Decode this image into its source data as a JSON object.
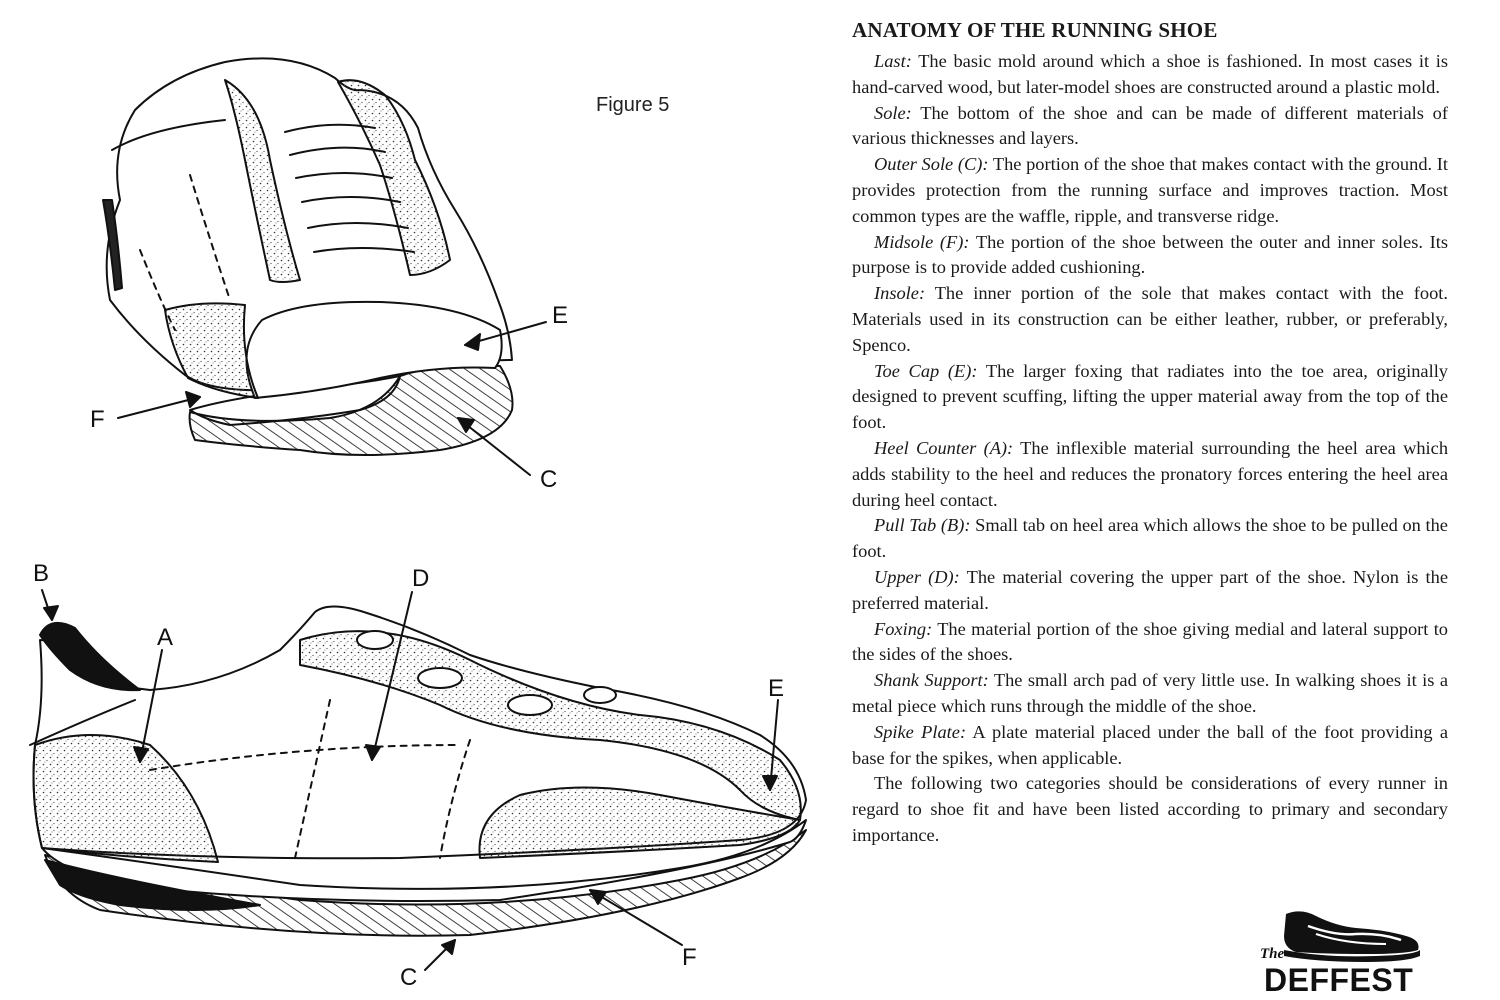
{
  "figure": {
    "caption": "Figure 5",
    "top_shoe_labels": {
      "e": "E",
      "f": "F",
      "c": "C"
    },
    "bottom_shoe_labels": {
      "b": "B",
      "a": "A",
      "d": "D",
      "e": "E",
      "c": "C",
      "f": "F"
    }
  },
  "article": {
    "title": "ANATOMY OF THE RUNNING SHOE",
    "entries": [
      {
        "term": "Last:",
        "text": "The basic mold around which a shoe is fashioned. In most cases it is hand-carved wood, but later-model shoes are constructed around a plastic mold."
      },
      {
        "term": "Sole:",
        "text": "The bottom of the shoe and can be made of different materials of various thicknesses and layers."
      },
      {
        "term": "Outer Sole (C):",
        "text": "The portion of the shoe that makes contact with the ground. It provides protection from the running surface and improves traction. Most common types are the waffle, ripple, and transverse ridge."
      },
      {
        "term": "Midsole (F):",
        "text": "The portion of the shoe between the outer and inner soles. Its purpose is to provide added cushioning."
      },
      {
        "term": "Insole:",
        "text": "The inner portion of the sole that makes contact with the foot. Materials used in its construction can be either leather, rubber, or preferably, Spenco."
      },
      {
        "term": "Toe Cap (E):",
        "text": "The larger foxing that radiates into the toe area, originally designed to prevent scuffing, lifting the upper material away from the top of the foot."
      },
      {
        "term": "Heel Counter (A):",
        "text": "The inflexible material surrounding the heel area which adds stability to the heel and reduces the pronatory forces entering the heel area during heel contact."
      },
      {
        "term": "Pull Tab (B):",
        "text": "Small tab on heel area which allows the shoe to be pulled on the foot."
      },
      {
        "term": "Upper (D):",
        "text": "The material covering the upper part of the shoe. Nylon is the preferred material."
      },
      {
        "term": "Foxing:",
        "text": "The material portion of the shoe giving medial and lateral support to the sides of the shoes."
      },
      {
        "term": "Shank Support:",
        "text": "The small arch pad of very little use. In walking shoes it is a metal piece which runs through the middle of the shoe."
      },
      {
        "term": "Spike Plate:",
        "text": "A plate material placed under the ball of the foot providing a base for the spikes, when applicable."
      }
    ],
    "closing": "The following two categories should be considerations of every runner in regard to shoe fit and have been listed according to primary and secondary importance."
  },
  "logo": {
    "the": "The",
    "word": "DEFFEST"
  }
}
